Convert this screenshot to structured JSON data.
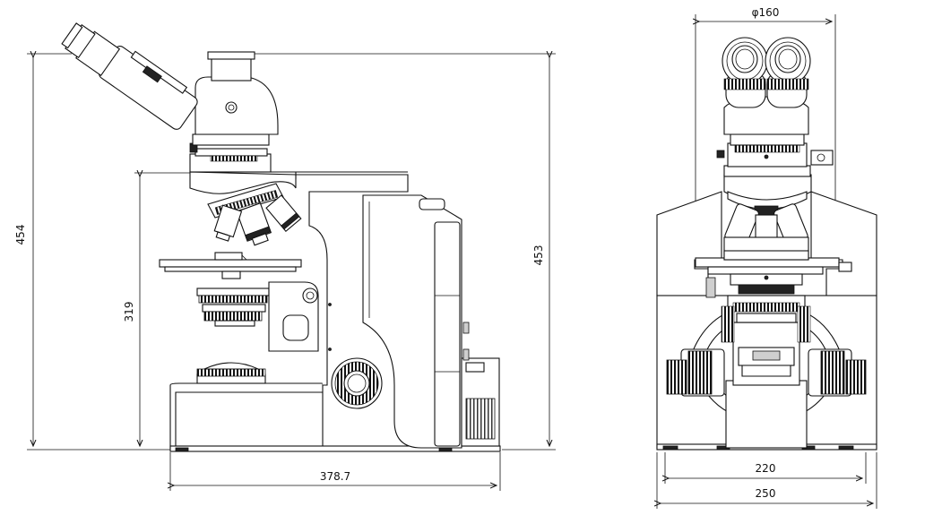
{
  "dimensions": {
    "side_total_height": "454",
    "side_right_height": "453",
    "side_stage_height": "319",
    "side_base_width": "378.7",
    "front_head_width": "φ160",
    "front_inner_width": "220",
    "front_outer_width": "250"
  }
}
